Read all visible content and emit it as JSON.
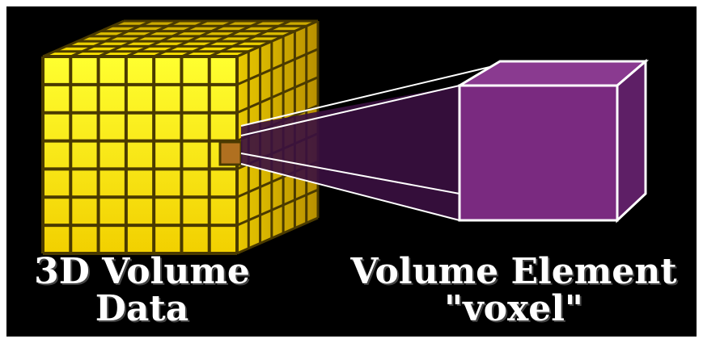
{
  "colors": {
    "background": "#000000",
    "grid_fill": "#ffee00",
    "grid_shade": "#d8b800",
    "grid_line": "#4a3a00",
    "voxel_fill": "#7a2a80",
    "voxel_edge": "#ffffff",
    "beam_fill": "#4a1a4e",
    "highlight_cell": "#b07020",
    "text": "#ffffff"
  },
  "grid": {
    "columns": 7,
    "rows": 7,
    "depth": 7
  },
  "labels": {
    "left_line1": "3D Volume",
    "left_line2": "Data",
    "right_line1": "Volume Element",
    "right_line2": "\"voxel\""
  }
}
